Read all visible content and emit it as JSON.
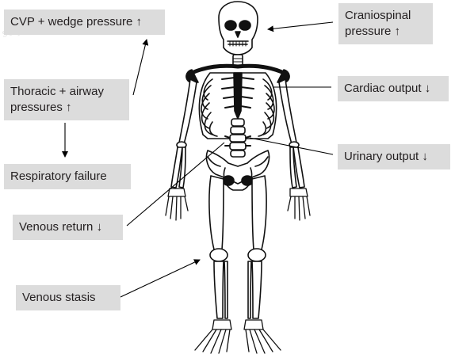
{
  "watermark": "sc.y.com",
  "labels": {
    "cvp": "CVP + wedge pressure ↑",
    "cranio": "Craniospinal pressure ↑",
    "thoracic": "Thoracic + airway pressures ↑",
    "cardiac": "Cardiac output ↓",
    "urinary": "Urinary output ↓",
    "respiratory": "Respiratory failure",
    "venous_return": "Venous return ↓",
    "venous_stasis": "Venous stasis"
  },
  "colors": {
    "box": "#dcdcdc",
    "text": "#231f20",
    "arrow": "#000000"
  }
}
